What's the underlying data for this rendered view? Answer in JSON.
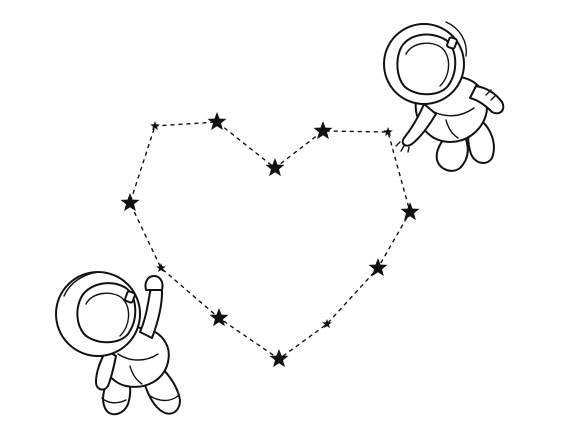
{
  "scene": {
    "subject": "heart-constellation-with-astronauts",
    "style": "black-line-art",
    "colors": {
      "ink": "#111111",
      "background": "#ffffff"
    },
    "constellation": {
      "shape": "heart",
      "star_count": 12
    },
    "astronauts": [
      {
        "role": "top-right",
        "pose": "floating-reaching-left"
      },
      {
        "role": "bottom-left",
        "pose": "floating-waving-up"
      }
    ]
  }
}
